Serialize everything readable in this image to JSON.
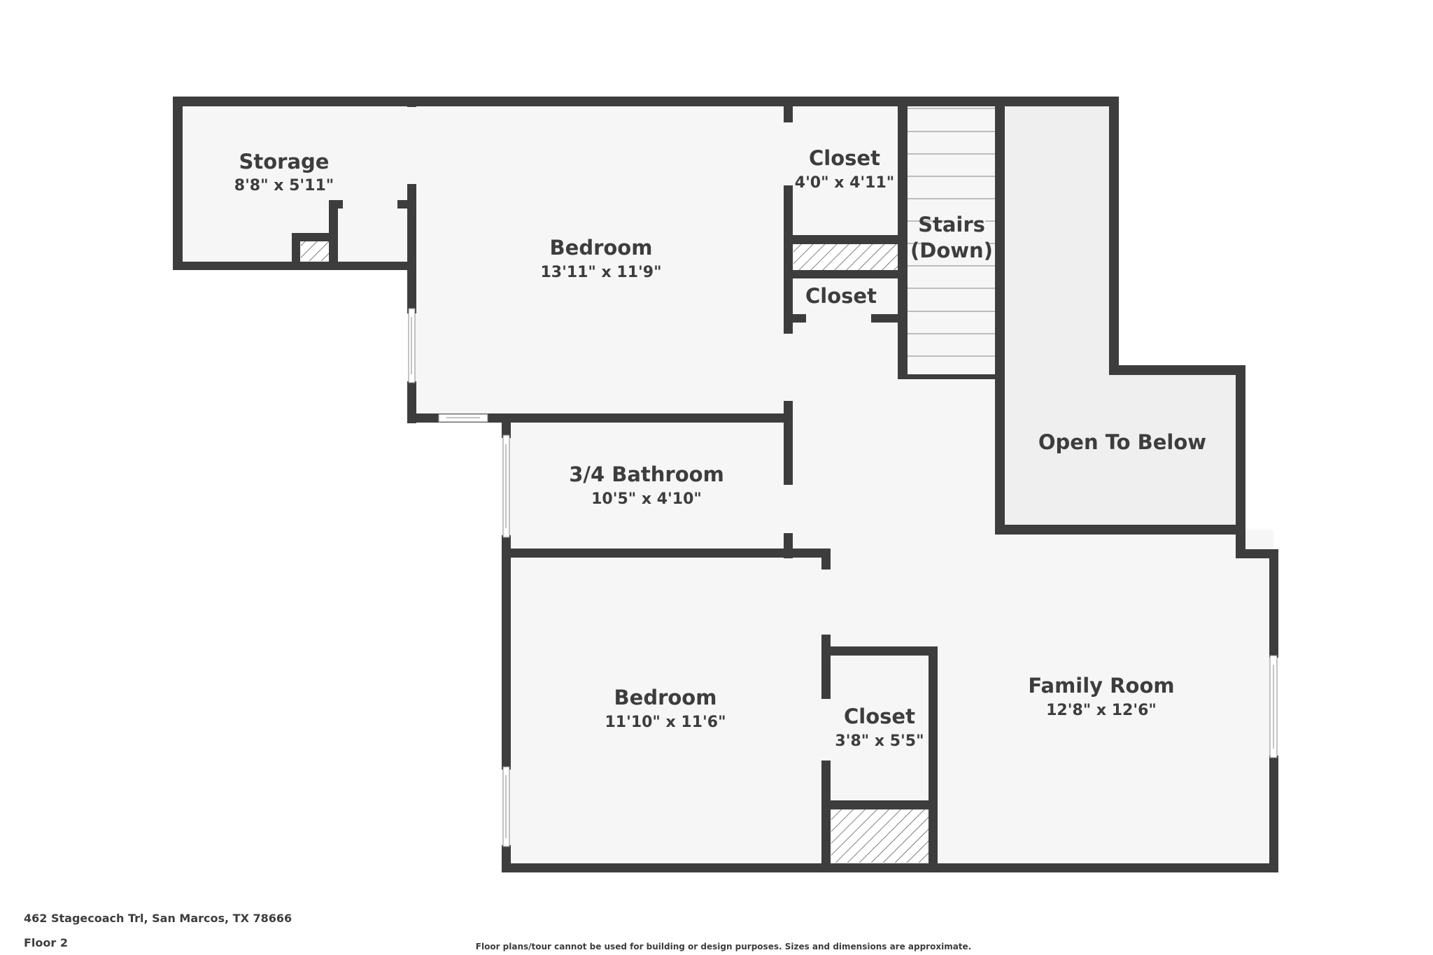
{
  "floor_plan": {
    "rooms": [
      {
        "id": "storage",
        "name": "Storage",
        "dimensions": "8'8\" x 5'11\""
      },
      {
        "id": "bedroom-1",
        "name": "Bedroom",
        "dimensions": "13'11\" x 11'9\""
      },
      {
        "id": "closet-1",
        "name": "Closet",
        "dimensions": "4'0\" x 4'11\""
      },
      {
        "id": "closet-2",
        "name": "Closet",
        "dimensions": ""
      },
      {
        "id": "stairs",
        "name": "Stairs",
        "name2": "(Down)",
        "dimensions": ""
      },
      {
        "id": "open-to-below",
        "name": "Open To Below",
        "dimensions": ""
      },
      {
        "id": "bathroom",
        "name": "3/4 Bathroom",
        "dimensions": "10'5\" x 4'10\""
      },
      {
        "id": "bedroom-2",
        "name": "Bedroom",
        "dimensions": "11'10\" x 11'6\""
      },
      {
        "id": "closet-3",
        "name": "Closet",
        "dimensions": "3'8\" x 5'5\""
      },
      {
        "id": "family-room",
        "name": "Family Room",
        "dimensions": "12'8\" x 12'6\""
      }
    ],
    "colors": {
      "wall": "#3d3d3d",
      "floor": "#f6f6f6",
      "open_to_below": "#efefef",
      "text": "#3d3d3d"
    }
  },
  "footer": {
    "address": "462 Stagecoach Trl, San Marcos, TX 78666",
    "floor": "Floor 2",
    "disclaimer": "Floor plans/tour cannot be used for building or design purposes. Sizes and dimensions are approximate."
  }
}
